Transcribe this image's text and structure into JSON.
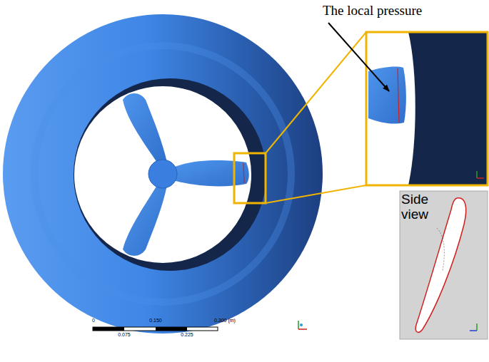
{
  "diagram": {
    "nodes": [
      {
        "text": [
          "Side view"
        ]
      }
    ],
    "labels": [
      "The local pressure",
      "0",
      "0.150",
      "0.300 (m)",
      "0.075",
      "0.225"
    ]
  }
}
